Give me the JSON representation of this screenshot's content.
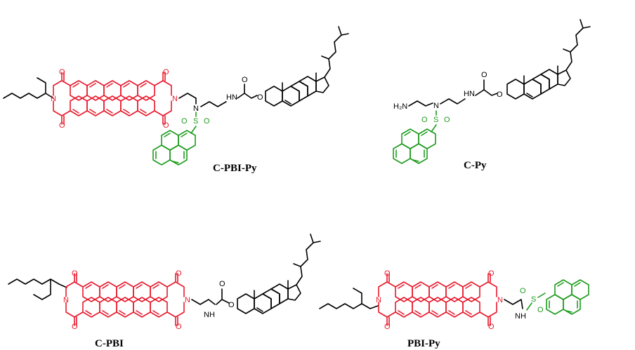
{
  "molecules": [
    {
      "label": "C-PBI-Py"
    },
    {
      "label": "C-Py"
    },
    {
      "label": "C-PBI"
    },
    {
      "label": "PBI-Py"
    }
  ],
  "atoms": {
    "N": "N",
    "O": "O",
    "S": "S",
    "NH": "NH",
    "HN": "HN",
    "H2N": "H₂N"
  },
  "colors": {
    "perylene_diimide": "#e8192c",
    "pyrene_sulfonyl": "#1e9b1e",
    "linker": "#000000"
  }
}
